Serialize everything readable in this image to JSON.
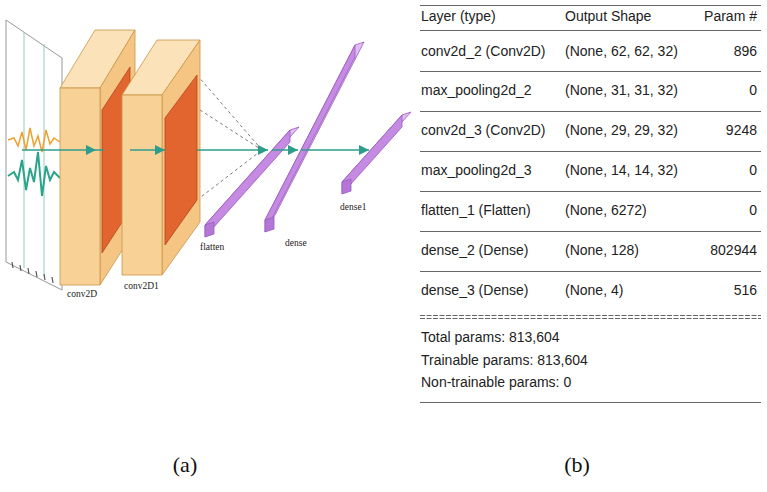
{
  "diagram": {
    "nodes": [
      {
        "text": [
          "conv2D"
        ]
      },
      {
        "text": [
          "conv2D1"
        ]
      },
      {
        "text": [
          "flatten"
        ]
      },
      {
        "text": [
          "dense"
        ]
      },
      {
        "text": [
          "dense1"
        ]
      }
    ],
    "edges": [
      {
        "from": 0,
        "to": 1,
        "arrow": "to"
      },
      {
        "from": 1,
        "to": 2,
        "arrow": "to"
      },
      {
        "from": 2,
        "to": 3,
        "arrow": "to"
      },
      {
        "from": 3,
        "to": 4,
        "arrow": "to"
      }
    ],
    "labels": [
      "Layer (type)",
      "Output Shape",
      "Param #",
      "conv2d_2 (Conv2D)",
      "(None, 62, 62, 32)",
      "896",
      "max_pooling2d_2",
      "(None, 31, 31, 32)",
      "0",
      "conv2d_3 (Conv2D)",
      "(None, 29, 29, 32)",
      "9248",
      "max_pooling2d_3",
      "(None, 14, 14, 32)",
      "0",
      "flatten_1 (Flatten)",
      "(None, 6272)",
      "0",
      "dense_2 (Dense)",
      "(None, 128)",
      "802944",
      "dense_3 (Dense)",
      "(None, 4)",
      "516",
      "Total params: 813,604",
      "Trainable params: 813,604",
      "Non-trainable params: 0",
      "(a)",
      "(b)"
    ]
  }
}
